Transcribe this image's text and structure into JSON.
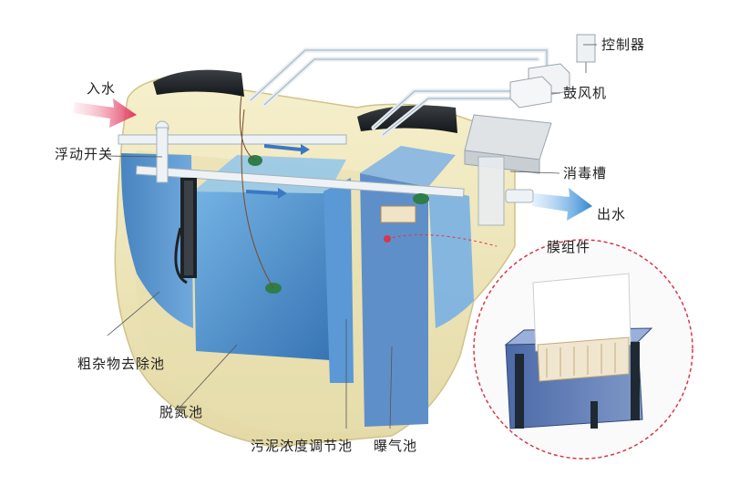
{
  "labels": {
    "inlet": "入水",
    "float_switch": "浮动开关",
    "controller": "控制器",
    "blower": "鼓风机",
    "disinfection_tank": "消毒槽",
    "outlet": "出水",
    "membrane_module": "膜组件",
    "coarse_removal_tank": "粗杂物去除池",
    "denitrification_tank": "脱氮池",
    "sludge_adjust_tank": "污泥浓度调节池",
    "aeration_tank": "曝气池"
  },
  "colors": {
    "tank_body": "#efe7b9",
    "water": "#4f95d6",
    "pipe": "#e8eef3",
    "arrow_in": "#e0355a",
    "arrow_out": "#3e8ed6",
    "callout_circle": "#d9364a"
  }
}
